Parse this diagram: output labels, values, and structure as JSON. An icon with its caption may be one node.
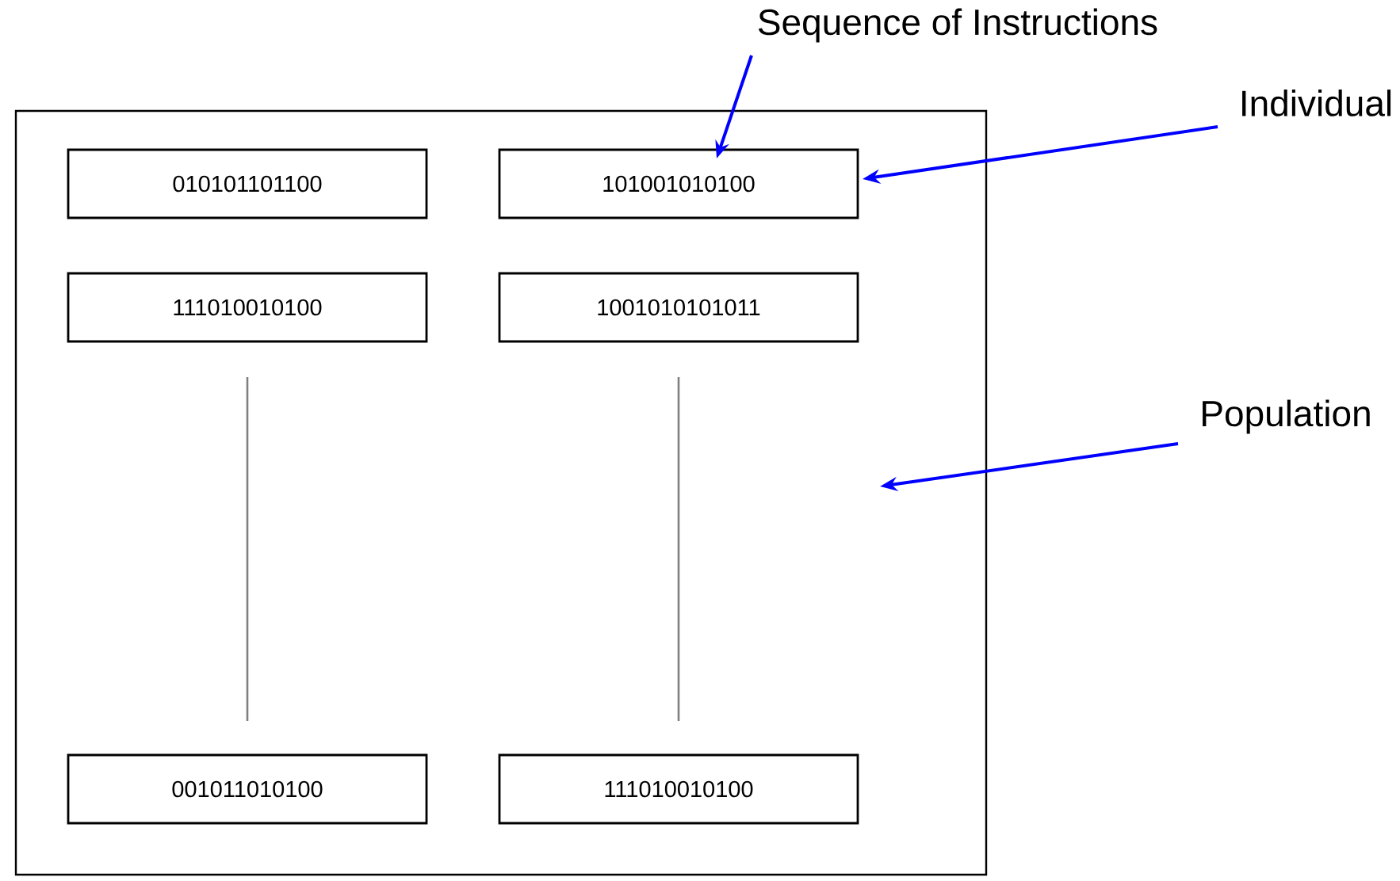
{
  "diagram": {
    "nodes": [
      {
        "text": [],
        "shape": "box"
      },
      {
        "text": [
          "010101101100"
        ],
        "in": 0
      },
      {
        "text": [
          "101001010100"
        ],
        "in": 0
      },
      {
        "text": [
          "111010010100"
        ],
        "in": 0
      },
      {
        "text": [
          "1001010101011"
        ],
        "in": 0
      },
      {
        "text": [
          "001011010100"
        ],
        "in": 0
      },
      {
        "text": [
          "111010010100"
        ],
        "in": 0
      },
      {
        "text": [
          "Sequence of Instructions"
        ]
      },
      {
        "text": [
          "Individual"
        ]
      },
      {
        "text": [
          "Population"
        ]
      }
    ],
    "edges": [
      {
        "from": 7,
        "to": 2,
        "arrow": "to"
      },
      {
        "from": 8,
        "to": 2,
        "arrow": "to"
      },
      {
        "from": 9,
        "to": 0,
        "arrow": "to"
      }
    ]
  }
}
